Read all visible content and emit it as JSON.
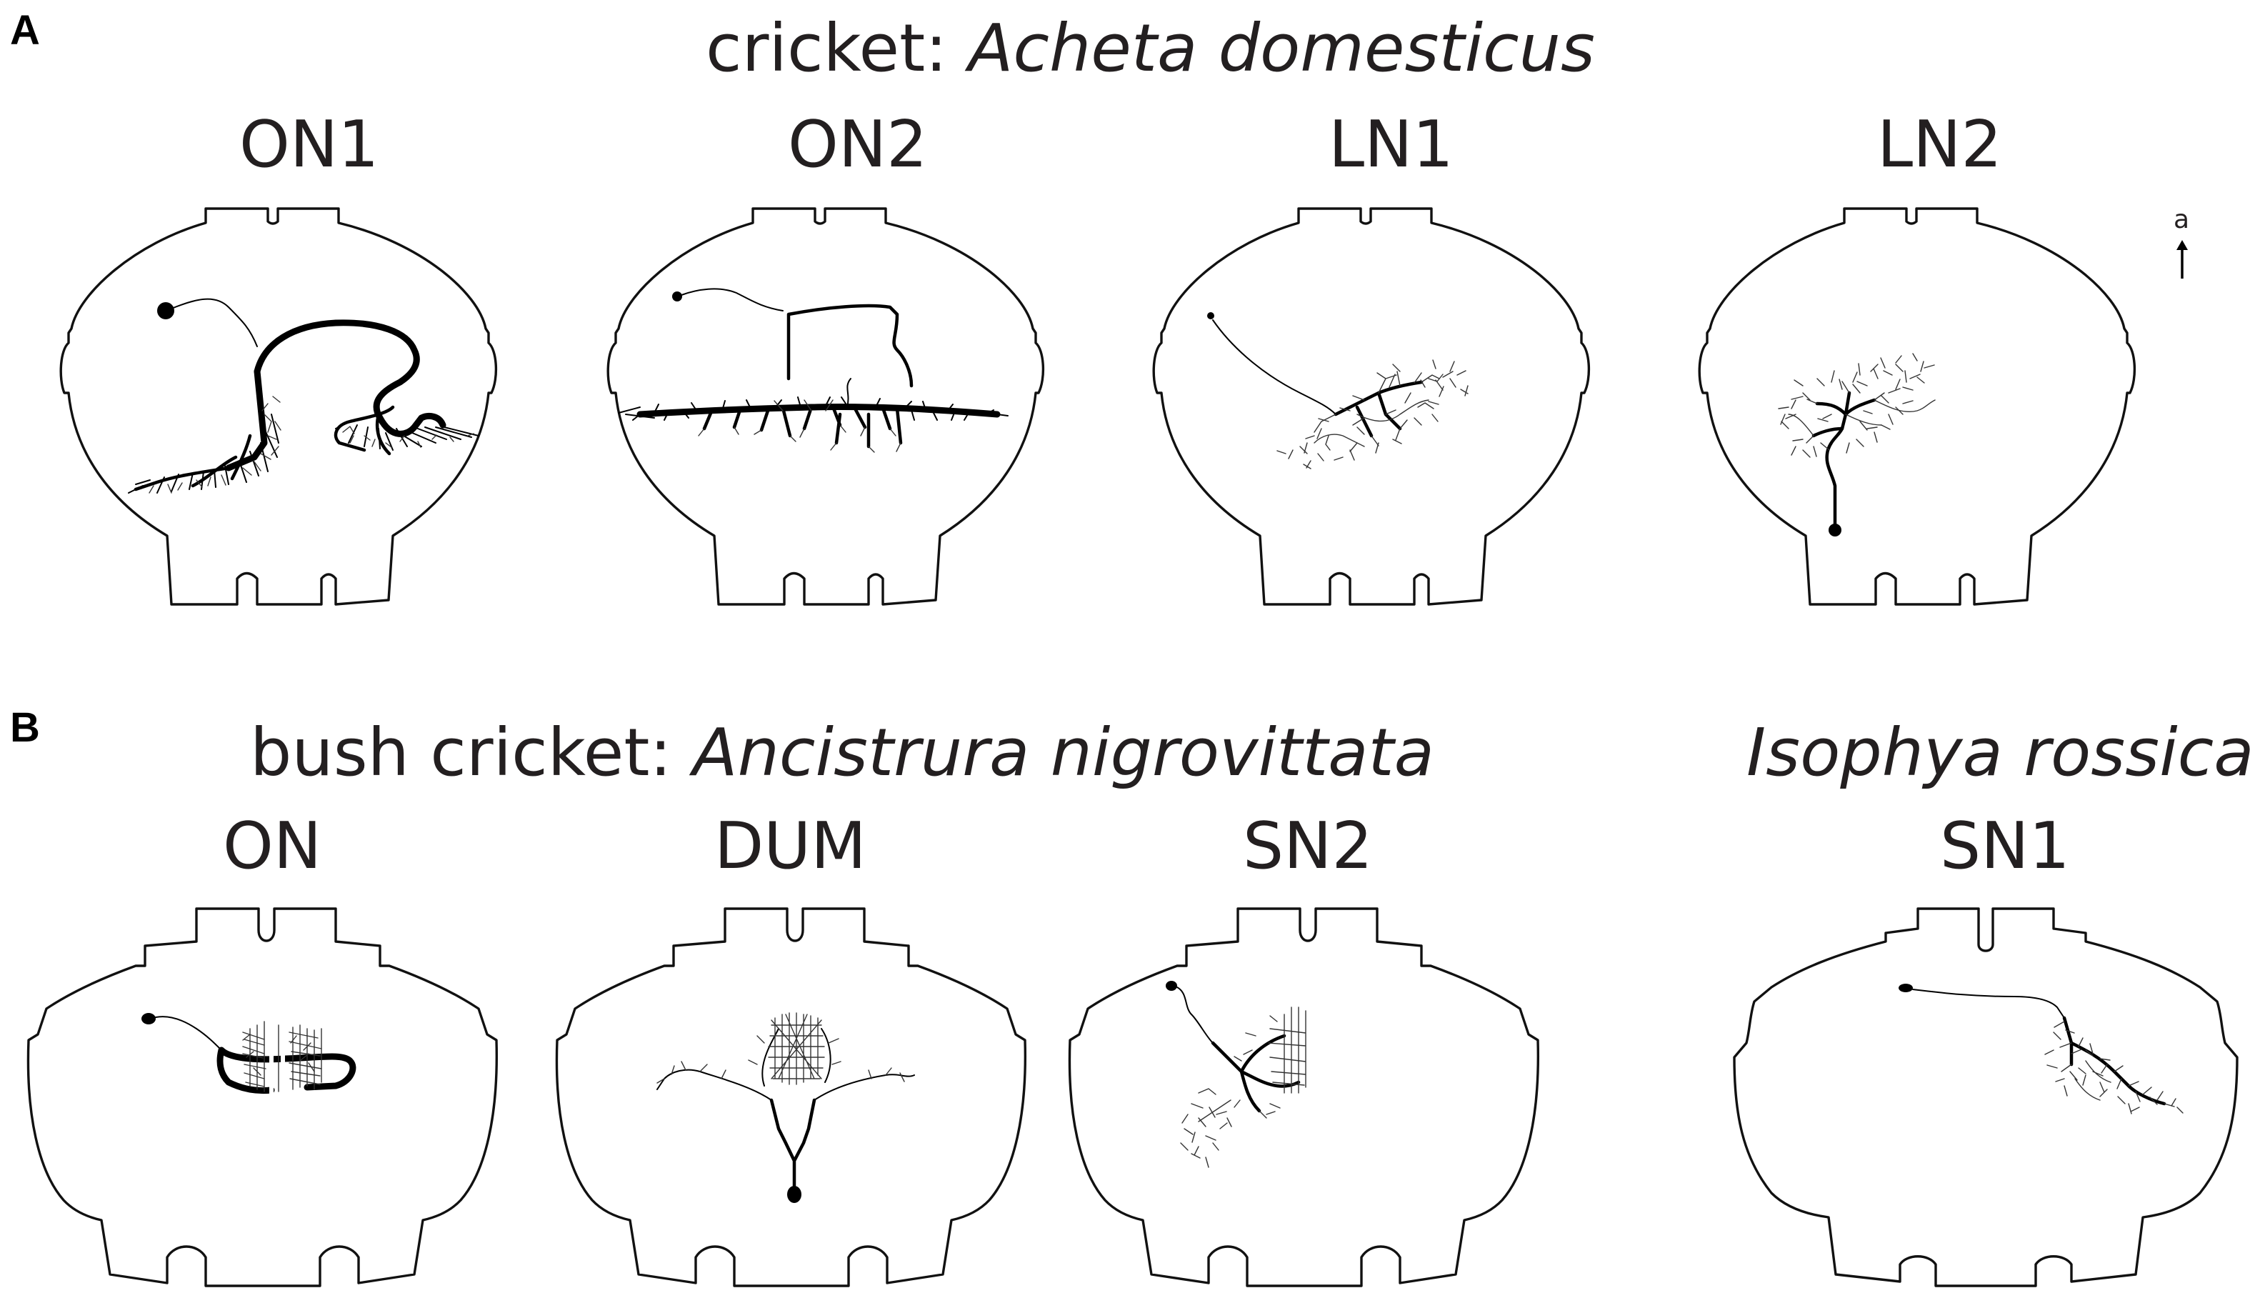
{
  "panel_a": {
    "letter": "A",
    "title_prefix": "cricket: ",
    "title_species": "Acheta domesticus",
    "neurons": [
      {
        "label": "ON1"
      },
      {
        "label": "ON2"
      },
      {
        "label": "LN1"
      },
      {
        "label": "LN2"
      }
    ],
    "orientation_label": "a"
  },
  "panel_b": {
    "letter": "B",
    "title_prefix": "bush cricket: ",
    "title_species": "Ancistrura nigrovittata",
    "title2_species": "Isophya rossica",
    "neurons": [
      {
        "label": "ON"
      },
      {
        "label": "DUM"
      },
      {
        "label": "SN2"
      },
      {
        "label": "SN1"
      }
    ]
  }
}
